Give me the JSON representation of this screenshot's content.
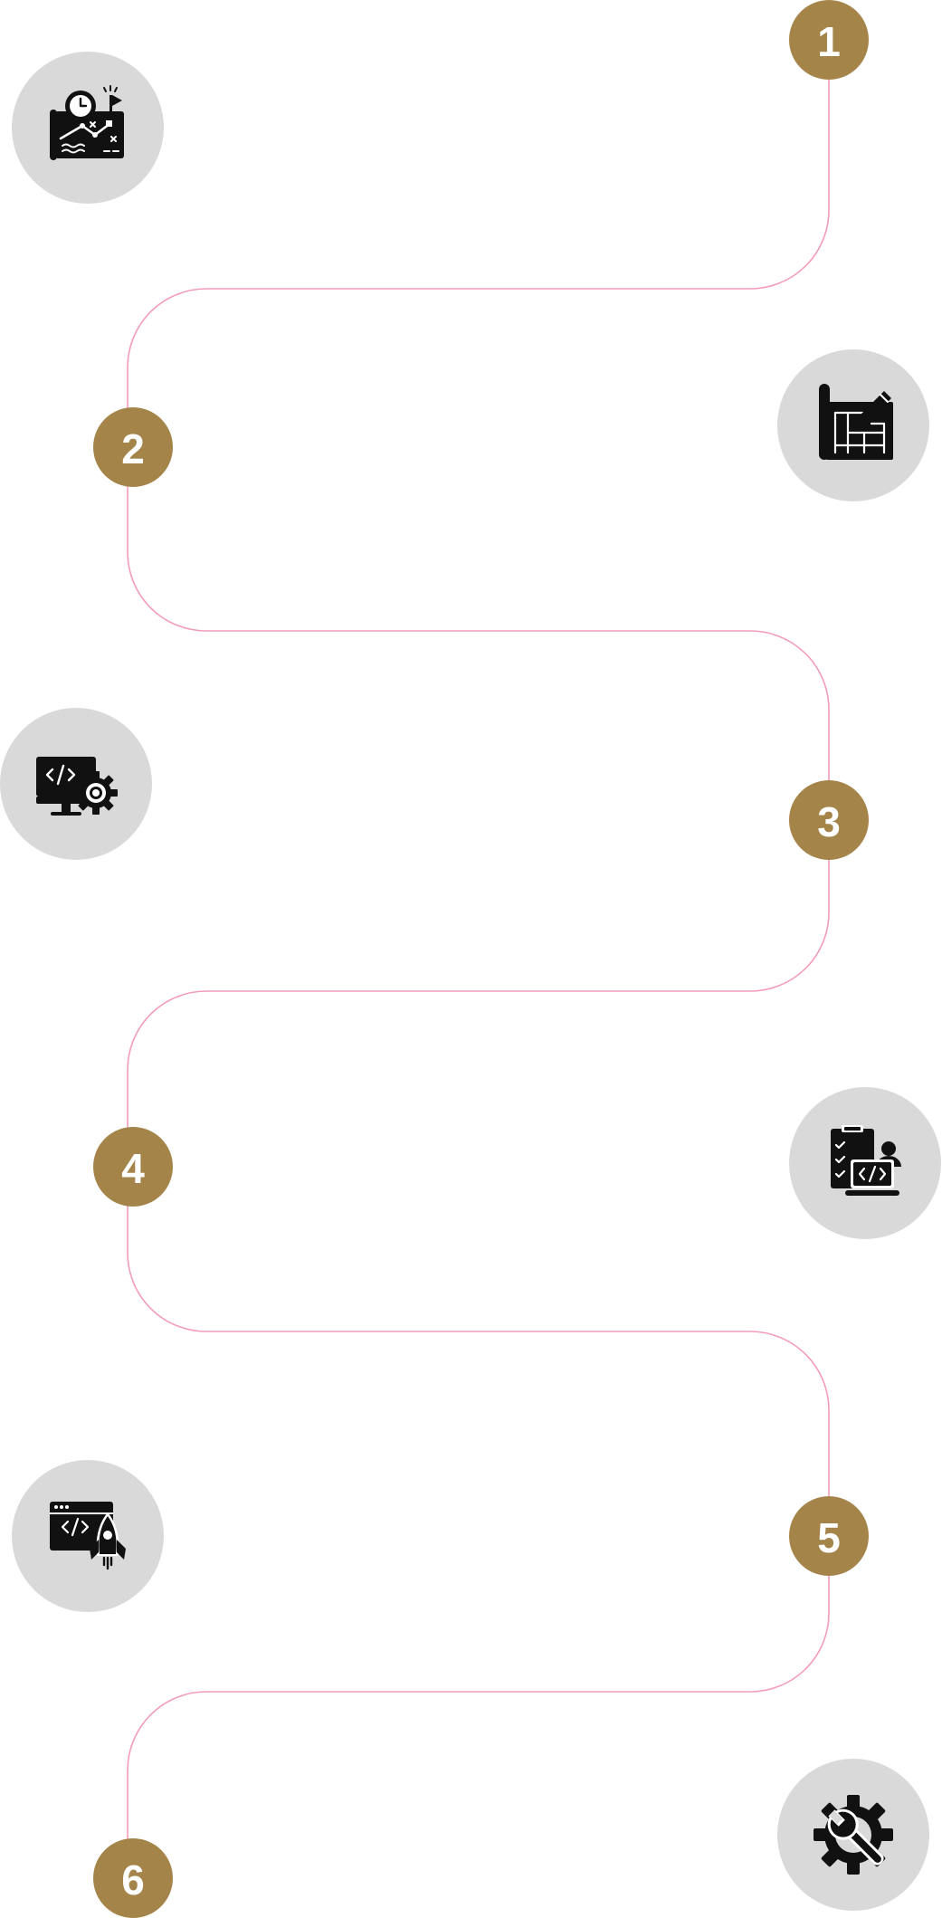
{
  "colors": {
    "path": "#f29bbd",
    "step_fill": "#a5844a",
    "step_text": "#ffffff",
    "icon_bg": "#d9d9d9",
    "icon_fg": "#111111"
  },
  "steps": [
    {
      "label": "1",
      "icon": "project-plan-chart-icon"
    },
    {
      "label": "2",
      "icon": "blueprint-design-icon"
    },
    {
      "label": "3",
      "icon": "code-development-gear-icon"
    },
    {
      "label": "4",
      "icon": "testing-checklist-developer-icon"
    },
    {
      "label": "5",
      "icon": "deployment-rocket-launch-icon"
    },
    {
      "label": "6",
      "icon": "maintenance-wrench-gear-icon"
    }
  ]
}
